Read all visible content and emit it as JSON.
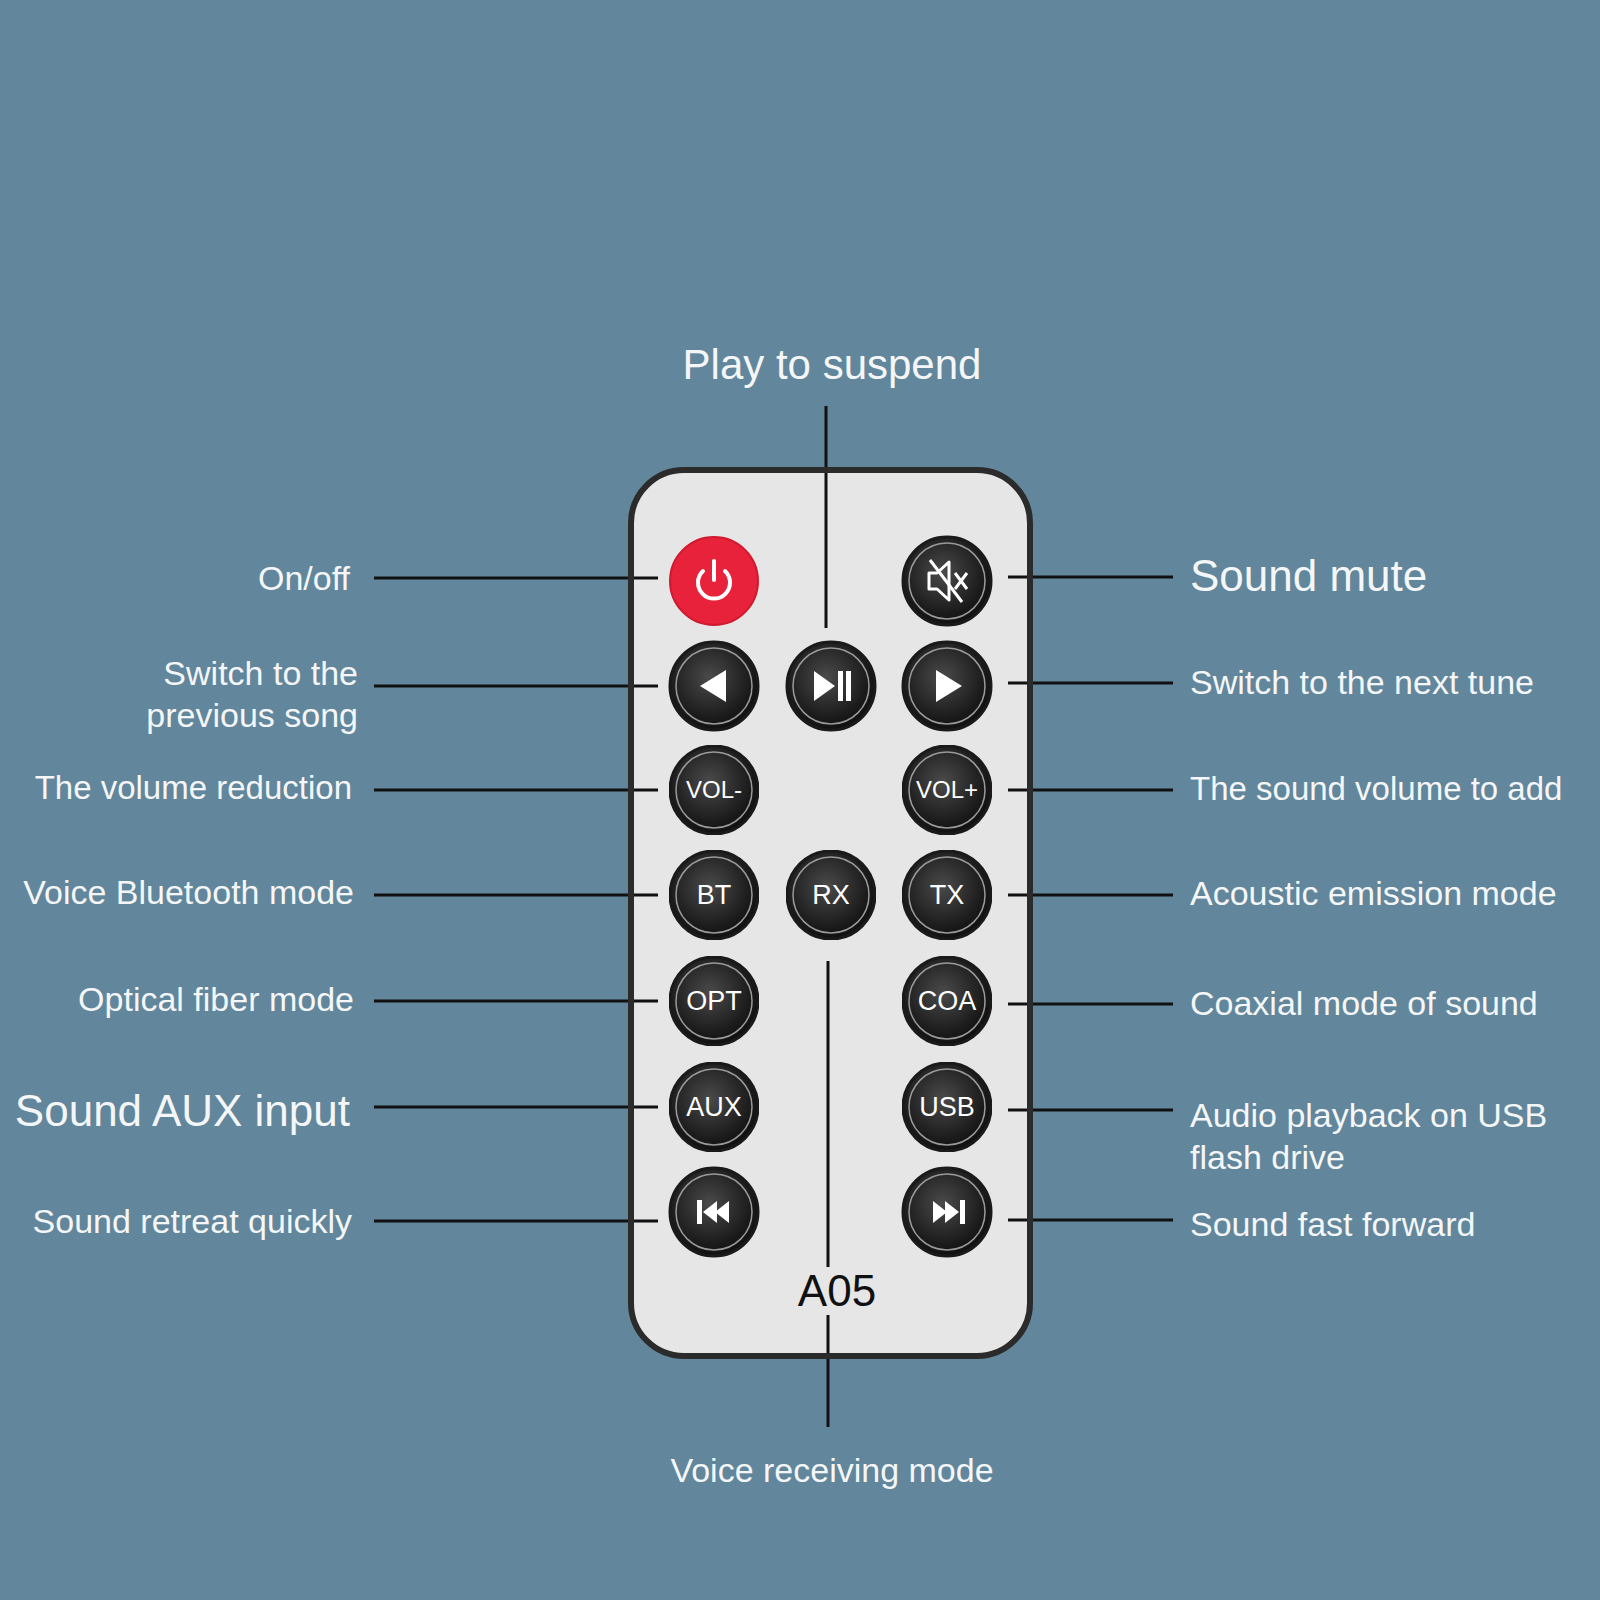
{
  "diagram": {
    "nodes": [
      {
        "text": [
          "A05"
        ]
      },
      {
        "text": [
          "VOL-"
        ],
        "in": 0
      },
      {
        "text": [
          "VOL+"
        ],
        "in": 0
      },
      {
        "text": [
          "BT"
        ],
        "in": 0
      },
      {
        "text": [
          "RX"
        ],
        "in": 0
      },
      {
        "text": [
          "TX"
        ],
        "in": 0
      },
      {
        "text": [
          "OPT"
        ],
        "in": 0
      },
      {
        "text": [
          "COA"
        ],
        "in": 0
      },
      {
        "text": [
          "AUX"
        ],
        "in": 0
      },
      {
        "text": [
          "USB"
        ],
        "in": 0
      }
    ],
    "edges": [],
    "labels": [
      "Play to suspend",
      "On/off",
      "Sound mute",
      "Switch to the previous song",
      "Switch to the next tune",
      "The volume reduction",
      "The sound volume to add",
      "Voice Bluetooth mode",
      "Acoustic emission mode",
      "Optical fiber mode",
      "Coaxial mode of sound",
      "Sound AUX input",
      "Audio playback on USB flash drive",
      "Sound retreat quickly",
      "Sound fast forward",
      "Voice receiving mode"
    ]
  }
}
